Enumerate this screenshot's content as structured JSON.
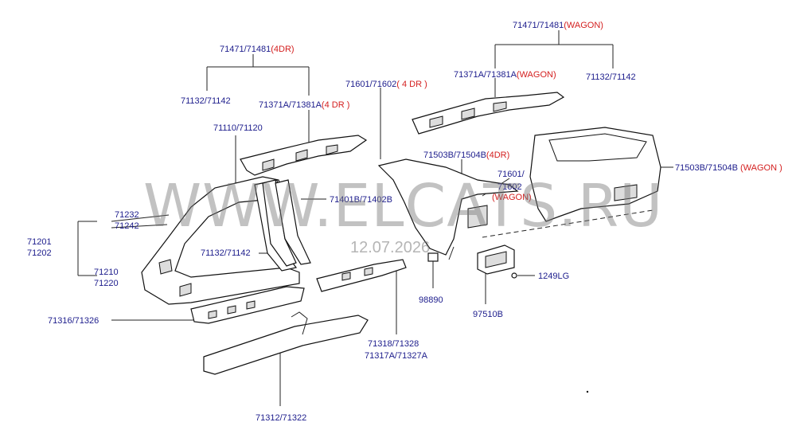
{
  "watermark": {
    "text": "WWW.ELCATS.RU",
    "date": "12.07.2026"
  },
  "colors": {
    "label": "#1c1c8c",
    "variant": "#d42020"
  },
  "labels": {
    "top_right_group": {
      "part": "71471/71481",
      "variant": "(WAGON)"
    },
    "wagon_rail": {
      "part": "71371A/71381A",
      "variant": "(WAGON)"
    },
    "wagon_rail_alt": {
      "part": "71132/71142"
    },
    "top_left_group": {
      "part": "71471/71481",
      "variant": "(4DR)"
    },
    "fourdr_rail_alt": {
      "part": "71132/71142"
    },
    "fourdr_rail": {
      "part": "71371A/71381A",
      "variant": "(4 DR )"
    },
    "quarter_top": {
      "part": "71601/71602",
      "variant": "( 4 DR )"
    },
    "side_outer": {
      "part": "71110/71120"
    },
    "quarter_inner_4dr": {
      "part": "71503B/71504B",
      "variant": "(4DR)"
    },
    "quarter_wagon_part": {
      "part": "71601/"
    },
    "quarter_wagon_part2": {
      "part": "71602"
    },
    "quarter_wagon_variant": {
      "variant": "(WAGON)"
    },
    "quarter_inner_wagon": {
      "part": "71503B/71504B",
      "variant": "(WAGON )"
    },
    "pillar_a": {
      "part": "71232"
    },
    "pillar_b": {
      "part": "71242"
    },
    "b_pillar": {
      "part": "71401B/71402B"
    },
    "side_assy_a": {
      "part": "71201"
    },
    "side_assy_b": {
      "part": "71202"
    },
    "rail_low": {
      "part": "71132/71142"
    },
    "front_pillar_a": {
      "part": "71210"
    },
    "front_pillar_b": {
      "part": "71220"
    },
    "clip": {
      "part": "1249LG"
    },
    "sill_inner": {
      "part": "71316/71326"
    },
    "grommet": {
      "part": "98890"
    },
    "vent": {
      "part": "97510B"
    },
    "sill_reinf_a": {
      "part": "71318/71328"
    },
    "sill_reinf_b": {
      "part": "71317A/71327A"
    },
    "sill_outer": {
      "part": "71312/71322"
    }
  }
}
